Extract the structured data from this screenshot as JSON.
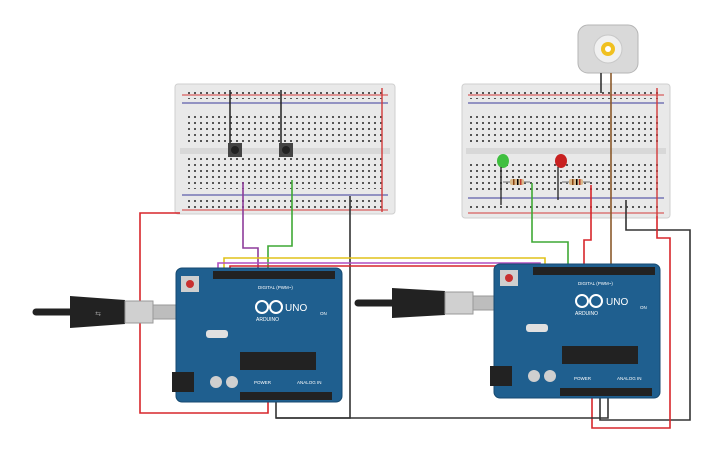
{
  "canvas": {
    "background": "#ffffff"
  },
  "colors": {
    "board": "#1f5f8f",
    "board_edge": "#174a70",
    "breadboard": "#e9e9e9",
    "breadboard_rail_red": "#d23a3a",
    "breadboard_rail_blue": "#3a3a9a",
    "wire_red": "#d7262b",
    "wire_black": "#333333",
    "wire_green": "#3fa935",
    "wire_purple": "#8e3c9b",
    "wire_yellow": "#e0c21a",
    "wire_brown": "#8b5a2b",
    "led_green": "#3fbf3f",
    "led_red": "#c82020",
    "motor_body": "#d9d9d9",
    "usb_cable": "#222222"
  },
  "breadboards": [
    {
      "id": "left",
      "components": [
        "pushbutton",
        "pushbutton"
      ]
    },
    {
      "id": "right",
      "components": [
        "led-green",
        "led-red",
        "resistor",
        "resistor"
      ]
    }
  ],
  "arduino_left": {
    "brand": "ARDUINO",
    "model": "UNO",
    "digital_label": "DIGITAL (PWM~)",
    "power_label": "POWER",
    "analog_label": "ANALOG IN",
    "on_label": "ON",
    "icon": "arduino-infinity-icon"
  },
  "arduino_right": {
    "brand": "ARDUINO",
    "model": "UNO",
    "digital_label": "DIGITAL (PWM~)",
    "power_label": "POWER",
    "analog_label": "ANALOG IN",
    "on_label": "ON",
    "icon": "arduino-infinity-icon"
  },
  "motor": {
    "icon": "dc-motor-icon"
  }
}
